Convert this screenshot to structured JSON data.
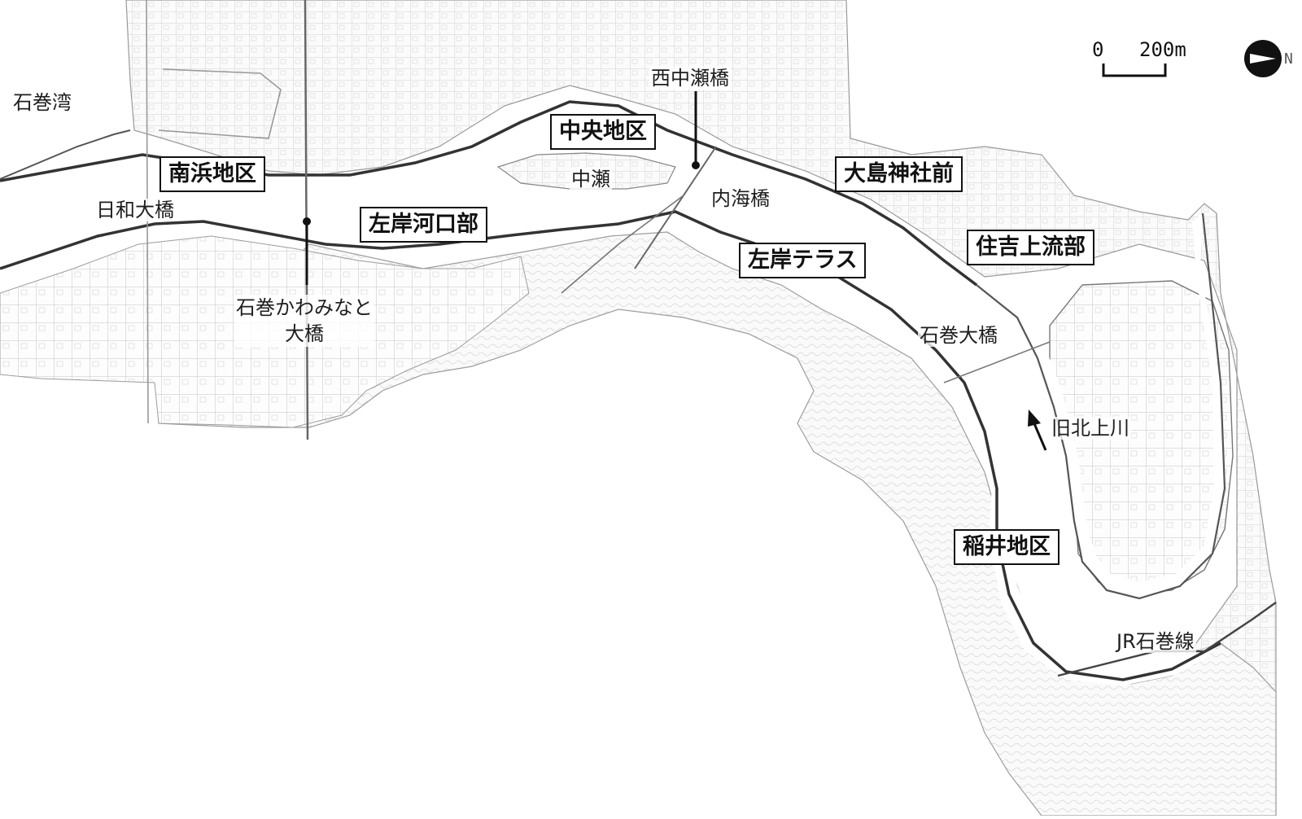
{
  "map": {
    "bay_label": "石巻湾",
    "river_label": "旧北上川",
    "island_label": "中瀬",
    "bridges": {
      "hiyori": "日和大橋",
      "kawaminato_line1": "石巻かわみなと",
      "kawaminato_line2": "大橋",
      "nishinakaze": "西中瀬橋",
      "uchiumi": "内海橋",
      "ishinomaki": "石巻大橋"
    },
    "rail_label": "JR石巻線",
    "districts": {
      "minamihama": "南浜地区",
      "chuo": "中央地区",
      "oshima": "大島神社前",
      "sumiyoshi": "住吉上流部",
      "sagan_kakou": "左岸河口部",
      "sagan_terrace": "左岸テラス",
      "inai": "稲井地区"
    },
    "scale": {
      "zero": "0",
      "length": "200m"
    },
    "north_letter": "N",
    "colors": {
      "ink": "#1a1a1a",
      "linework": "#8c8c8c",
      "river": "#ffffff"
    }
  }
}
